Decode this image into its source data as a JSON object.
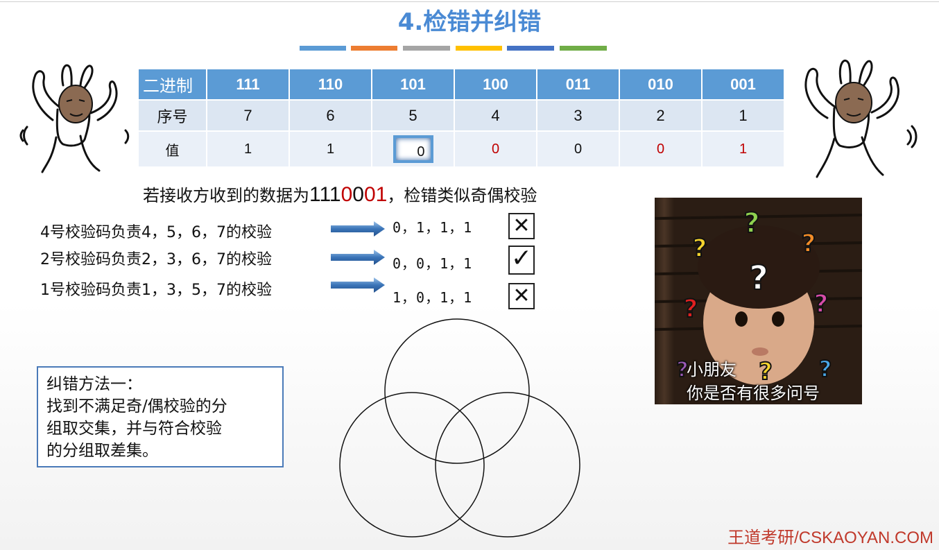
{
  "slide": {
    "title": "4.检错并纠错",
    "color_bar": [
      "#5b9bd5",
      "#ed7d31",
      "#a5a5a5",
      "#ffc000",
      "#4472c4",
      "#70ad47"
    ]
  },
  "table": {
    "row_labels": [
      "二进制",
      "序号",
      "值"
    ],
    "binary": [
      "111",
      "110",
      "101",
      "100",
      "011",
      "010",
      "001"
    ],
    "index": [
      "7",
      "6",
      "5",
      "4",
      "3",
      "2",
      "1"
    ],
    "values": [
      "1",
      "1",
      "0",
      "0",
      "0",
      "0",
      "1"
    ]
  },
  "received": {
    "prefix": "若接收方收到的数据为",
    "bits_black": "111",
    "bits_black2": "0",
    "bits_red": "0",
    "bits_red2": "01",
    "suffix": "，检错类似奇偶校验"
  },
  "checks": [
    {
      "label": "4号校验码负责4，5，6，7的校验",
      "seq": "0，1，1，1",
      "result": "✕"
    },
    {
      "label": "2号校验码负责2，3，6，7的校验",
      "seq": "0，0，1，1",
      "result": "✓"
    },
    {
      "label": "1号校验码负责1，3，5，7的校验",
      "seq": "1，0，1，1",
      "result": "✕"
    }
  ],
  "method": {
    "line1": "纠错方法一：",
    "line2": "找到不满足奇/偶校验的分",
    "line3": "组取交集，并与符合校验",
    "line4": "的分组取差集。"
  },
  "photo_caption": {
    "line1": "小朋友",
    "line2": "你是否有很多问号"
  },
  "credit": "王道考研/CSKAOYAN.COM"
}
